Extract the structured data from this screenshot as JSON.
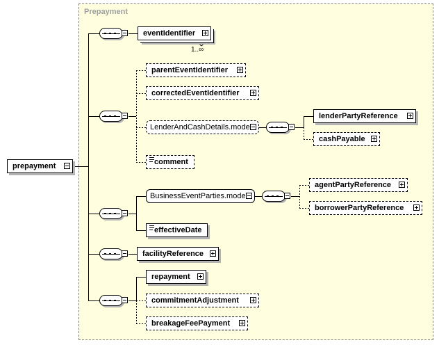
{
  "group": {
    "title": "Prepayment"
  },
  "root": {
    "label": "prepayment"
  },
  "elements": {
    "eventIdentifier": "eventIdentifier",
    "eventIdentifierOccurs": "1..∞",
    "parentEventIdentifier": "parentEventIdentifier",
    "correctedEventIdentifier": "correctedEventIdentifier",
    "lenderAndCashDetailsModel": "LenderAndCashDetails.model",
    "lenderPartyReference": "lenderPartyReference",
    "cashPayable": "cashPayable",
    "comment": "comment",
    "businessEventPartiesModel": "BusinessEventParties.model",
    "agentPartyReference": "agentPartyReference",
    "borrowerPartyReference": "borrowerPartyReference",
    "effectiveDate": "effectiveDate",
    "facilityReference": "facilityReference",
    "repayment": "repayment",
    "commitmentAdjustment": "commitmentAdjustment",
    "breakageFeePayment": "breakageFeePayment"
  }
}
